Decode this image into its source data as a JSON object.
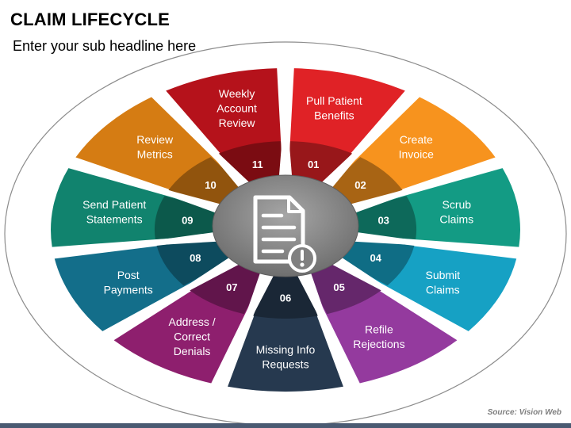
{
  "header": {
    "title": "CLAIM LIFECYCLE",
    "subtitle": "Enter your sub headline here"
  },
  "source": "Source: Vision Web",
  "center_icon": "document-alert-icon",
  "steps": [
    {
      "number": "01",
      "label": [
        "Pull Patient",
        "Benefits"
      ],
      "color": "#E02226"
    },
    {
      "number": "02",
      "label": [
        "Create",
        "Invoice"
      ],
      "color": "#F7931E"
    },
    {
      "number": "03",
      "label": [
        "Scrub",
        "Claims"
      ],
      "color": "#139B84"
    },
    {
      "number": "04",
      "label": [
        "Submit",
        "Claims"
      ],
      "color": "#16A1C4"
    },
    {
      "number": "05",
      "label": [
        "Refile",
        "Rejections"
      ],
      "color": "#943A9E"
    },
    {
      "number": "06",
      "label": [
        "Missing Info",
        "Requests"
      ],
      "color": "#26394F"
    },
    {
      "number": "07",
      "label": [
        "Address /",
        "Correct",
        "Denials"
      ],
      "color": "#8E1F6E"
    },
    {
      "number": "08",
      "label": [
        "Post",
        "Payments"
      ],
      "color": "#136E8A"
    },
    {
      "number": "09",
      "label": [
        "Send Patient",
        "Statements"
      ],
      "color": "#11836E"
    },
    {
      "number": "10",
      "label": [
        "Review",
        "Metrics"
      ],
      "color": "#D57C13"
    },
    {
      "number": "11",
      "label": [
        "Weekly",
        "Account",
        "Review"
      ],
      "color": "#B5121B"
    }
  ]
}
